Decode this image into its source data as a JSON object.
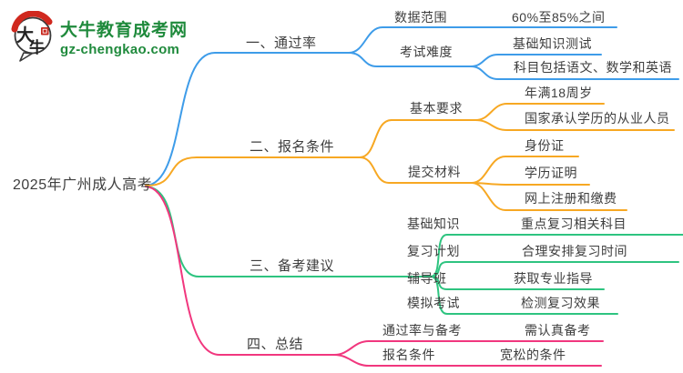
{
  "site": {
    "name": "大牛教育成考网",
    "url": "gz-chengkao.com",
    "logo_glyph_top": "大",
    "logo_glyph_bottom": "牛",
    "colors": {
      "brand_green": "#1f8a3c",
      "seal_red": "#d0281e",
      "ink": "#2b2b2b"
    }
  },
  "map": {
    "text_color": "#3e3e3e",
    "root": {
      "label": "2025年广州成人高考"
    },
    "branches": [
      {
        "id": "pass-rate",
        "label": "一、通过率",
        "color": "#3e9ce9",
        "children": [
          {
            "label": "数据范围",
            "children": [
              {
                "label": "60%至85%之间"
              }
            ]
          },
          {
            "label": "考试难度",
            "children": [
              {
                "label": "基础知识测试"
              },
              {
                "label": "科目包括语文、数学和英语"
              }
            ]
          }
        ]
      },
      {
        "id": "requirements",
        "label": "二、报名条件",
        "color": "#f7a823",
        "children": [
          {
            "label": "基本要求",
            "children": [
              {
                "label": "年满18周岁"
              },
              {
                "label": "国家承认学历的从业人员"
              }
            ]
          },
          {
            "label": "提交材料",
            "children": [
              {
                "label": "身份证"
              },
              {
                "label": "学历证明"
              },
              {
                "label": "网上注册和缴费"
              }
            ]
          }
        ]
      },
      {
        "id": "prep-advice",
        "label": "三、备考建议",
        "color": "#2ec480",
        "children": [
          {
            "label": "基础知识",
            "children": [
              {
                "label": "重点复习相关科目"
              }
            ]
          },
          {
            "label": "复习计划",
            "children": [
              {
                "label": "合理安排复习时间"
              }
            ]
          },
          {
            "label": "辅导班",
            "children": [
              {
                "label": "获取专业指导"
              }
            ]
          },
          {
            "label": "模拟考试",
            "children": [
              {
                "label": "检测复习效果"
              }
            ]
          }
        ]
      },
      {
        "id": "summary",
        "label": "四、总结",
        "color": "#f1377e",
        "children": [
          {
            "label": "通过率与备考",
            "children": [
              {
                "label": "需认真备考"
              }
            ]
          },
          {
            "label": "报名条件",
            "children": [
              {
                "label": "宽松的条件"
              }
            ]
          }
        ]
      }
    ]
  }
}
